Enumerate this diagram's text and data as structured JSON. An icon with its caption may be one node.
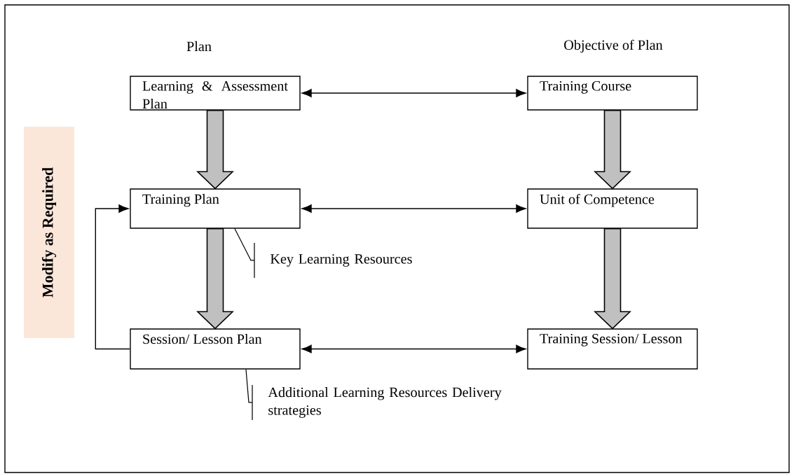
{
  "diagram": {
    "nodes": [
      {
        "text": [
          "Learning & Assessment Plan"
        ]
      },
      {
        "text": [
          "Training Course"
        ]
      },
      {
        "text": [
          "Training Plan"
        ]
      },
      {
        "text": [
          "Unit of Competence"
        ]
      },
      {
        "text": [
          "Session/ Lesson Plan"
        ]
      },
      {
        "text": [
          "Training Session/ Lesson"
        ]
      },
      {
        "text": [
          "Modify as Required"
        ]
      },
      {
        "text": [
          "Key Learning Resources"
        ]
      },
      {
        "text": [
          "Additional Learning Resources Delivery strategies"
        ]
      }
    ],
    "edges": [
      {
        "from": 0,
        "to": 1,
        "arrow": "both"
      },
      {
        "from": 0,
        "to": 2,
        "arrow": "to",
        "style": "thick",
        "color": "#c0c0c0"
      },
      {
        "from": 1,
        "to": 3,
        "arrow": "to",
        "style": "thick",
        "color": "#c0c0c0"
      },
      {
        "from": 2,
        "to": 3,
        "arrow": "both"
      },
      {
        "from": 2,
        "to": 4,
        "arrow": "to",
        "style": "thick",
        "color": "#c0c0c0"
      },
      {
        "from": 3,
        "to": 5,
        "arrow": "to",
        "style": "thick",
        "color": "#c0c0c0"
      },
      {
        "from": 4,
        "to": 5,
        "arrow": "both"
      },
      {
        "from": 4,
        "to": 2,
        "arrow": "to"
      },
      {
        "from": 7,
        "to": 2,
        "arrow": "none"
      },
      {
        "from": 8,
        "to": 4,
        "arrow": "none"
      }
    ],
    "labels": [
      "Plan",
      "Objective of Plan"
    ]
  }
}
